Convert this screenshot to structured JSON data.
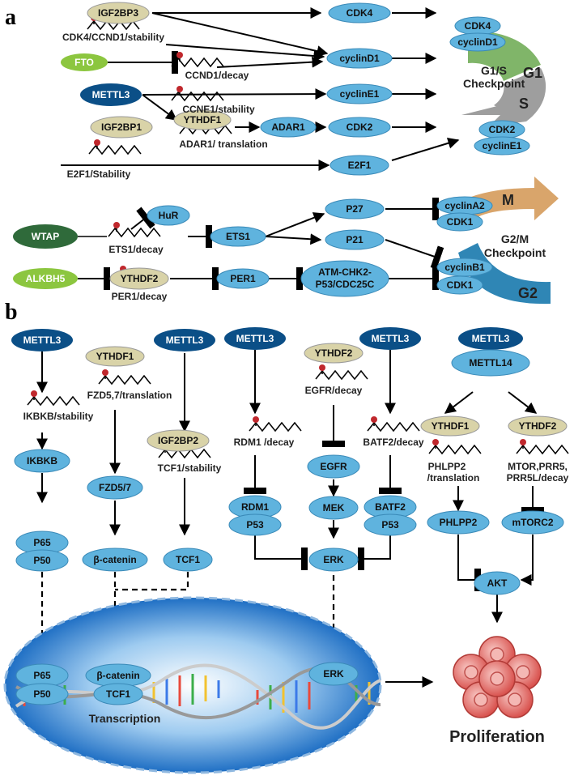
{
  "panels": {
    "a": "a",
    "b": "b"
  },
  "colors": {
    "blue_node": "#5fb3de",
    "dark_node": "#0b4f87",
    "tan_node": "#d9d3a8",
    "green_node": "#8cc63f",
    "wtap_node": "#2f6a3a",
    "g1_color": "#6aa84f",
    "s_color": "#9e9e9e",
    "m_color": "#d9a56b",
    "g2_color": "#2f86b5",
    "checkpoint_text": "#4e8f2e"
  },
  "panel_a": {
    "nodes": {
      "igf2bp3": "IGF2BP3",
      "fto": "FTO",
      "mettl3": "METTL3",
      "ythdf1": "YTHDF1",
      "adar1": "ADAR1",
      "igf2bp1": "IGF2BP1",
      "cdk4": "CDK4",
      "cyclind1": "cyclinD1",
      "cycline1": "cyclinE1",
      "cdk2": "CDK2",
      "e2f1": "E2F1",
      "wtap": "WTAP",
      "hur": "HuR",
      "ets1": "ETS1",
      "p27": "P27",
      "p21": "P21",
      "alkbh5": "ALKBH5",
      "ythdf2": "YTHDF2",
      "per1": "PER1",
      "atm_line1": "ATM-CHK2-",
      "atm_line2": "P53/CDC25C"
    },
    "labels": {
      "cdk4_ccnd1": "CDK4/CCND1/stability",
      "ccnd1_decay": "CCND1/decay",
      "ccne1_stability": "CCNE1/stability",
      "adar1_translation": "ADAR1/ translation",
      "e2f1_stability": "E2F1/Stability",
      "ets1_decay": "ETS1/decay",
      "per1_decay": "PER1/decay"
    },
    "cycle": {
      "g1": "G1",
      "s": "S",
      "m": "M",
      "g2": "G2",
      "g1s_line1": "G1/S",
      "g1s_line2": "Checkpoint",
      "g2m_line1": "G2/M",
      "g2m_line2": "Checkpoint",
      "c_cdk4": "CDK4",
      "c_cyclind1": "cyclinD1",
      "c_cdk2": "CDK2",
      "c_cycline1": "cyclinE1",
      "c_cyclina2": "cyclinA2",
      "c_cdk1_top": "CDK1",
      "c_cyclinb1": "cyclinB1",
      "c_cdk1_bottom": "CDK1"
    }
  },
  "panel_b": {
    "nodes": {
      "mettl3_1": "METTL3",
      "ythdf1_1": "YTHDF1",
      "mettl3_2": "METTL3",
      "mettl3_3": "METTL3",
      "ythdf2_1": "YTHDF2",
      "mettl3_4": "METTL3",
      "mettl3_5": "METTL3",
      "mettl14": "METTL14",
      "igf2bp2": "IGF2BP2",
      "ythdf1_2": "YTHDF1",
      "ythdf2_2": "YTHDF2",
      "egfr": "EGFR",
      "ikbkb": "IKBKB",
      "fzd57": "FZD5/7",
      "rdm1": "RDM1",
      "p53_1": "P53",
      "mek": "MEK",
      "batf2": "BATF2",
      "p53_2": "P53",
      "p65": "P65",
      "p50": "P50",
      "bcatenin": "β-catenin",
      "tcf1": "TCF1",
      "erk": "ERK",
      "phlpp2": "PHLPP2",
      "mtorc2": "mTORC2",
      "akt": "AKT",
      "n_p65": "P65",
      "n_p50": "P50",
      "n_bcatenin": "β-catenin",
      "n_tcf1": "TCF1",
      "n_erk": "ERK"
    },
    "labels": {
      "ikbkb_stability": "IKBKB/stability",
      "fzd_translation": "FZD5,7/translation",
      "tcf1_stability": "TCF1/stability",
      "rdm1_decay": "RDM1 /decay",
      "egfr_decay": "EGFR/decay",
      "batf2_decay": "BATF2/decay",
      "phlpp2_line1": "PHLPP2",
      "phlpp2_line2": "/translation",
      "mtor_line1": "MTOR,PRR5,",
      "mtor_line2": "PRR5L/decay",
      "transcription": "Transcription",
      "proliferation": "Proliferation"
    }
  }
}
